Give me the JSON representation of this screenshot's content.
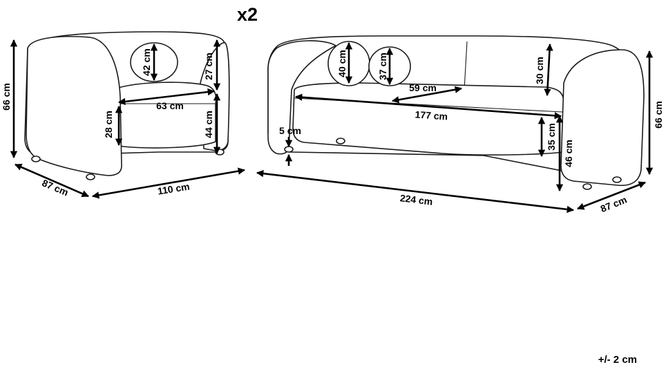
{
  "quantity_label": "x2",
  "tolerance_note": "+/- 2 cm",
  "armchair": {
    "height": "66 cm",
    "depth": "87 cm",
    "width": "110 cm",
    "seat_width": "63 cm",
    "seat_cushion_height": "28 cm",
    "pillow_diameter": "42 cm",
    "backrest_height": "27 cm",
    "seat_height": "44 cm"
  },
  "sofa": {
    "height": "66 cm",
    "depth": "87 cm",
    "width": "224 cm",
    "seat_width": "177 cm",
    "cushion_width": "59 cm",
    "pillow_large_diameter": "40 cm",
    "pillow_small_diameter": "37 cm",
    "backrest_height": "30 cm",
    "seat_cushion_height": "35 cm",
    "seat_height": "46 cm",
    "leg_height": "5 cm"
  },
  "colors": {
    "line": "#1a1a1a",
    "background": "#ffffff"
  }
}
